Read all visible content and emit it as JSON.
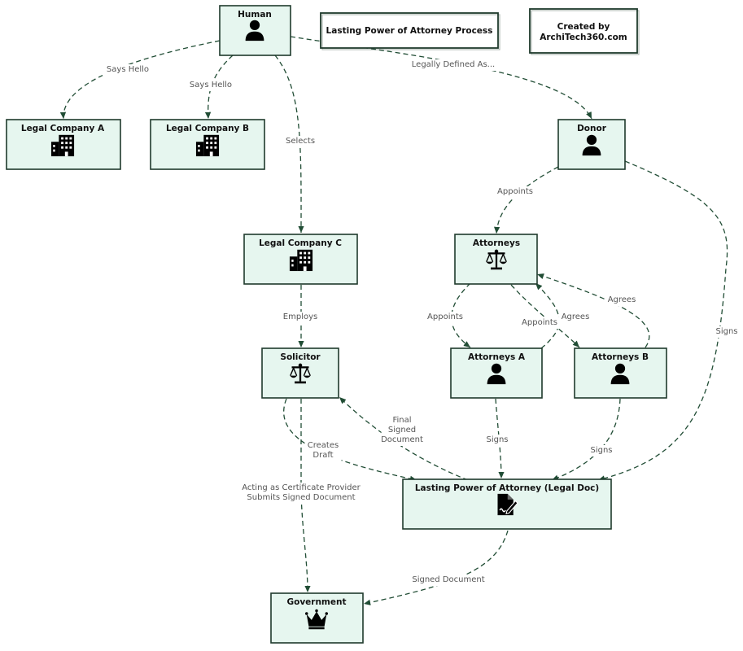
{
  "title_note": "Lasting Power of Attorney Process",
  "credit_note": [
    "Created by",
    "ArchiTech360.com"
  ],
  "nodes": {
    "human": {
      "label": "Human",
      "icon": "person-icon"
    },
    "legal_company_a": {
      "label": "Legal Company A",
      "icon": "building-icon"
    },
    "legal_company_b": {
      "label": "Legal Company B",
      "icon": "building-icon"
    },
    "legal_company_c": {
      "label": "Legal Company C",
      "icon": "building-icon"
    },
    "donor": {
      "label": "Donor",
      "icon": "person-icon"
    },
    "attorneys": {
      "label": "Attorneys",
      "icon": "scales-icon"
    },
    "solicitor": {
      "label": "Solicitor",
      "icon": "scales-icon"
    },
    "attorneys_a": {
      "label": "Attorneys A",
      "icon": "person-icon"
    },
    "attorneys_b": {
      "label": "Attorneys B",
      "icon": "person-icon"
    },
    "lpa_doc": {
      "label": "Lasting Power of Attorney (Legal Doc)",
      "icon": "signed-document-icon"
    },
    "government": {
      "label": "Government",
      "icon": "crown-icon"
    }
  },
  "edges": {
    "human_to_a": [
      "Says Hello"
    ],
    "human_to_b": [
      "Says Hello"
    ],
    "human_to_c": [
      "Selects"
    ],
    "human_to_donor": [
      "Legally Defined As..."
    ],
    "donor_to_attorneys": [
      "Appoints"
    ],
    "donor_to_lpa": [
      "Signs"
    ],
    "c_to_solicitor": [
      "Employs"
    ],
    "attorneys_to_a": [
      "Appoints"
    ],
    "attorneys_to_b": [
      "Appoints"
    ],
    "a_to_attorneys": [
      "Agrees"
    ],
    "b_to_attorneys": [
      "Agrees"
    ],
    "solicitor_to_lpa": [
      "Creates",
      "Draft"
    ],
    "lpa_to_solicitor": [
      "Final",
      "Signed",
      "Document"
    ],
    "solicitor_to_government": [
      "Acting as Certificate Provider",
      "Submits Signed Document"
    ],
    "a_to_lpa": [
      "Signs"
    ],
    "b_to_lpa": [
      "Signs"
    ],
    "lpa_to_government": [
      "Signed Document"
    ]
  },
  "colors": {
    "node_fill": "#e6f6ef",
    "stroke": "#1f3a2c",
    "edge": "#214d35",
    "label": "#555555"
  }
}
